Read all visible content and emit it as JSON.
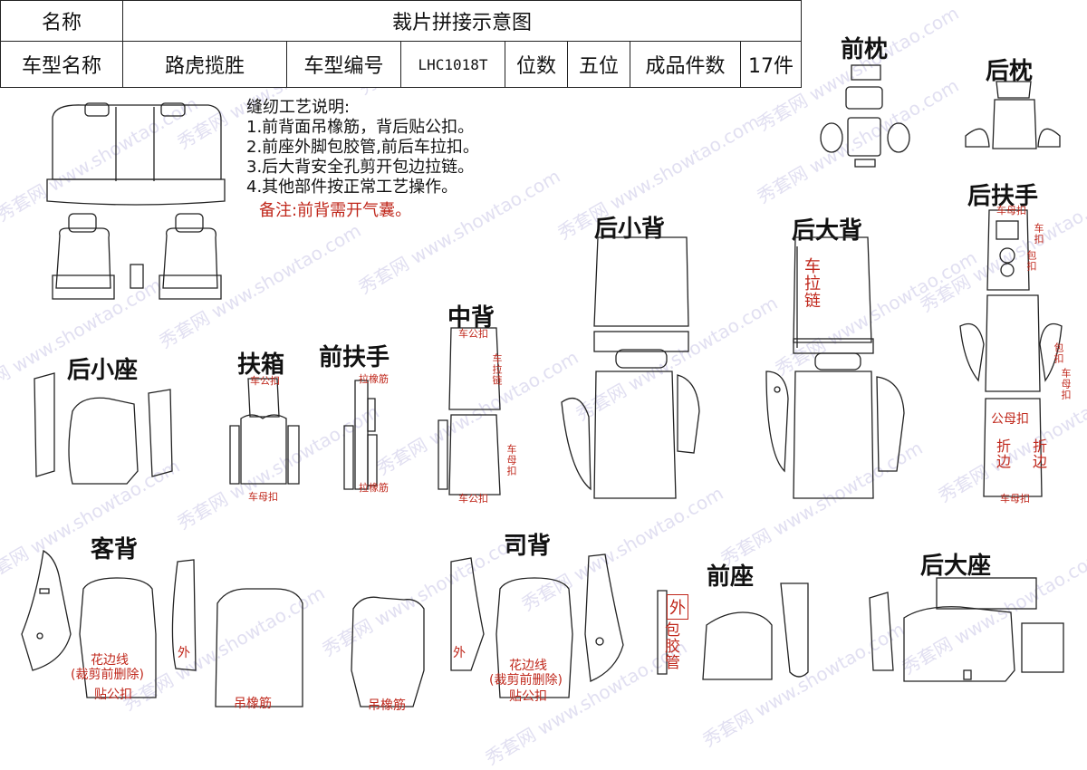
{
  "header": {
    "name_label": "名称",
    "diagram_title": "裁片拼接示意图",
    "model_name_label": "车型名称",
    "model_name": "路虎揽胜",
    "model_code_label": "车型编号",
    "model_code": "LHC1018T",
    "seats_label": "位数",
    "seats_value": "五位",
    "pieces_label": "成品件数",
    "pieces_value": "17件"
  },
  "notes": {
    "heading": "缝纫工艺说明:",
    "items": [
      "1.前背面吊橡筋，背后贴公扣。",
      "2.前座外脚包胶管,前后车拉扣。",
      "3.后大背安全孔剪开包边拉链。",
      "4.其他部件按正常工艺操作。"
    ],
    "remark": "备注:前背需开气囊。"
  },
  "sections": {
    "front_pillow": "前枕",
    "rear_pillow": "后枕",
    "rear_armrest": "后扶手",
    "rear_small_back": "后小背",
    "rear_big_back": "后大背",
    "middle_back": "中背",
    "rear_small_seat": "后小座",
    "armrest_box": "扶箱",
    "front_armrest": "前扶手",
    "passenger_back": "客背",
    "driver_back": "司背",
    "front_seat": "前座",
    "rear_big_seat": "后大座"
  },
  "labels": {
    "zip_vertical": "车拉链",
    "male_buckle": "车公扣",
    "female_buckle": "车母扣",
    "elastic_pull": "拉橡筋",
    "hang_elastic": "吊橡筋",
    "edge_line": "花边线",
    "cut_before": "(裁剪前删除)",
    "stick_male": "贴公扣",
    "outer": "外",
    "wrap_tube": "包胶管",
    "fold_edge": "折边",
    "male_female": "公母扣",
    "wrap_buckle": "包扣",
    "car_buckle": "车扣"
  },
  "watermark": "秀套网 www.showtao.com",
  "colors": {
    "accent_red": "#c0281c",
    "line": "#222222",
    "watermark": "#c9c6e6"
  }
}
